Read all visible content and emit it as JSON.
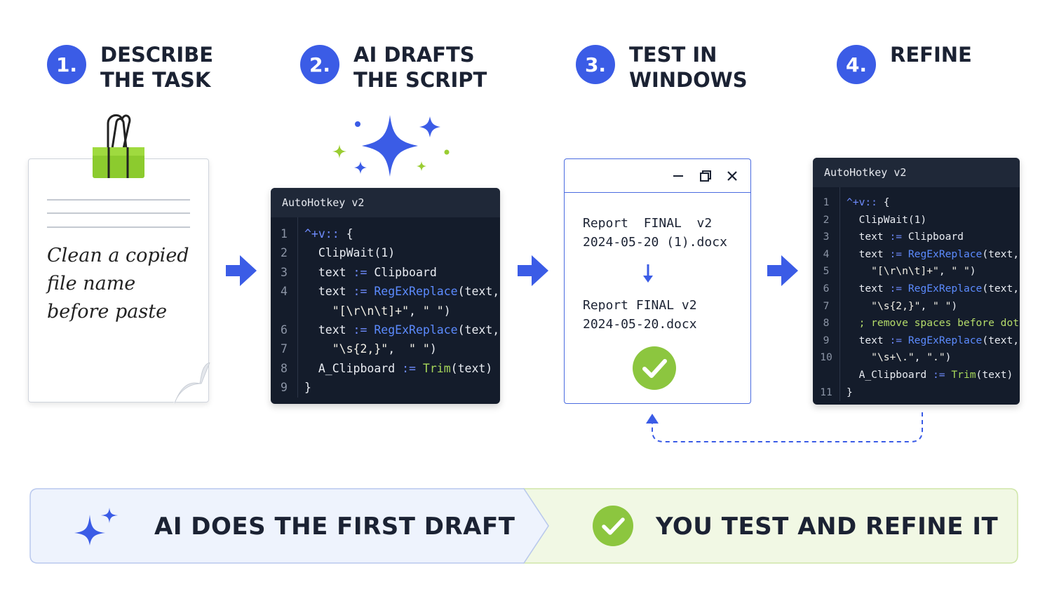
{
  "steps": [
    {
      "number": "1.",
      "title": "DESCRIBE\nTHE TASK"
    },
    {
      "number": "2.",
      "title": "AI DRAFTS\nTHE SCRIPT"
    },
    {
      "number": "3.",
      "title": "TEST IN\nWINDOWS"
    },
    {
      "number": "4.",
      "title": "REFINE"
    }
  ],
  "note": {
    "text": "Clean a copied file name before paste",
    "clip_icon": "binder-clip-icon"
  },
  "draft_editor": {
    "title": "AutoHotkey v2",
    "lines": [
      {
        "n": "1",
        "code": "^+v:: {"
      },
      {
        "n": "2",
        "code": "  ClipWait(1)"
      },
      {
        "n": "3",
        "code": "  text := Clipboard"
      },
      {
        "n": "4",
        "code": "  text := RegExReplace(text,"
      },
      {
        "n": "",
        "code": "    \"[\\r\\n\\t]+\", \" \")"
      },
      {
        "n": "6",
        "code": "  text := RegExReplace(text,"
      },
      {
        "n": "7",
        "code": "    \"\\s{2,}\",  \" \")"
      },
      {
        "n": "8",
        "code": "  A_Clipboard := Trim(text)"
      },
      {
        "n": "9",
        "code": "}"
      }
    ]
  },
  "test_window": {
    "before": "Report  FINAL  v2\n2024-05-20 (1).docx",
    "after": "Report FINAL v2\n2024-05-20.docx",
    "status_icon": "check-circle-icon"
  },
  "refine_editor": {
    "title": "AutoHotkey v2",
    "lines": [
      {
        "n": "1",
        "code": "^+v:: {"
      },
      {
        "n": "2",
        "code": "  ClipWait(1)"
      },
      {
        "n": "3",
        "code": "  text := Clipboard"
      },
      {
        "n": "4",
        "code": "  text := RegExReplace(text,"
      },
      {
        "n": "5",
        "code": "    \"[\\r\\n\\t]+\", \" \")"
      },
      {
        "n": "6",
        "code": "  text := RegExReplace(text,"
      },
      {
        "n": "7",
        "code": "    \"\\s{2,}\", \" \")"
      },
      {
        "n": "8",
        "code": "  ; remove spaces before dots"
      },
      {
        "n": "9",
        "code": "  text := RegExReplace(text,"
      },
      {
        "n": "10",
        "code": "    \"\\s+\\.\", \".\")"
      },
      {
        "n": "",
        "code": "  A_Clipboard := Trim(text)"
      },
      {
        "n": "11",
        "code": "}"
      }
    ]
  },
  "banner": {
    "left_label": "AI DOES THE FIRST DRAFT",
    "right_label": "YOU TEST AND REFINE IT",
    "left_icon": "sparkles-icon",
    "right_icon": "check-circle-icon"
  },
  "colors": {
    "accent_blue": "#3b5ce6",
    "accent_green": "#9acd32",
    "editor_bg": "#141c2b"
  }
}
